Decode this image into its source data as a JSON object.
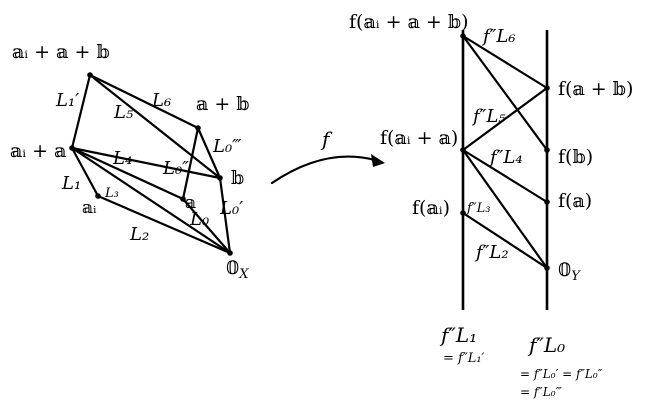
{
  "left": {
    "vertices": {
      "ai_a_b": "𝕒ᵢ + 𝕒 + 𝕓",
      "a_b": "𝕒 + 𝕓",
      "ai_a": "𝕒ᵢ + 𝕒",
      "ai": "𝕒ᵢ",
      "a": "𝕒",
      "b": "𝕓",
      "zero": "𝟘",
      "zero_sub": "X"
    },
    "edges": {
      "L1p": "L₁′",
      "L5": "L₅",
      "L6": "L₆",
      "L0ppp": "L₀‴",
      "L4": "L₄",
      "L0pp": "L₀″",
      "L1": "L₁",
      "L3": "L₃",
      "L0": "L₀",
      "L0p": "L₀′",
      "L2": "L₂"
    }
  },
  "map": {
    "label": "f"
  },
  "right": {
    "points": {
      "f_ai_a_b": "f(𝕒ᵢ + 𝕒 + 𝕓)",
      "f_a_b": "f(𝕒 + 𝕓)",
      "f_ai_a": "f(𝕒ᵢ + 𝕒)",
      "f_b": "f(𝕓)",
      "f_a": "f(𝕒)",
      "f_ai": "f(𝕒ᵢ)",
      "zero": "𝟘",
      "zero_sub": "Y"
    },
    "edges": {
      "fL6": "f″L₆",
      "fL5": "f″L₅",
      "fL4": "f″L₄",
      "fL3": "f″L₃",
      "fL2": "f″L₂"
    },
    "notes": {
      "left_main": "f″L₁",
      "left_eq": "= f″L₁′",
      "right_main": "f″L₀",
      "right_eq1": "= f″L₀′ = f″L₀″",
      "right_eq2": "= f″L₀‴"
    }
  }
}
